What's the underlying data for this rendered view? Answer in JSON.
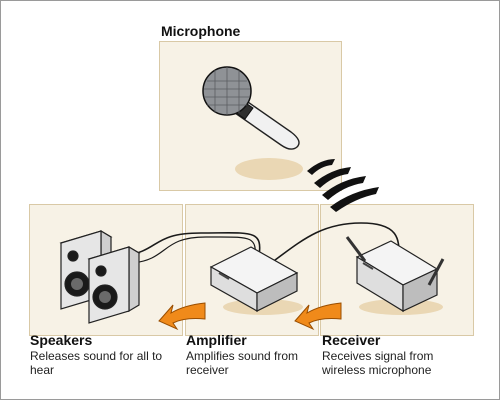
{
  "microphone": {
    "title": "Microphone"
  },
  "speakers": {
    "title": "Speakers",
    "description": "Releases sound for all to hear"
  },
  "amplifier": {
    "title": "Amplifier",
    "description": "Amplifies sound from receiver"
  },
  "receiver": {
    "title": "Receiver",
    "description": "Receives signal from wireless microphone"
  },
  "colors": {
    "panel_fill": "#f7f2e6",
    "panel_border": "#d9c9a6",
    "arrow": "#f08a1a",
    "device_light": "#eeeeee",
    "device_dark": "#c2c2c2",
    "wave": "#111111"
  },
  "icons": {
    "microphone": "microphone-icon",
    "speakers": "speaker-icon",
    "amplifier": "amplifier-icon",
    "receiver": "receiver-icon",
    "signal": "wireless-signal-icon",
    "flow": "orange-arrow-icon"
  }
}
